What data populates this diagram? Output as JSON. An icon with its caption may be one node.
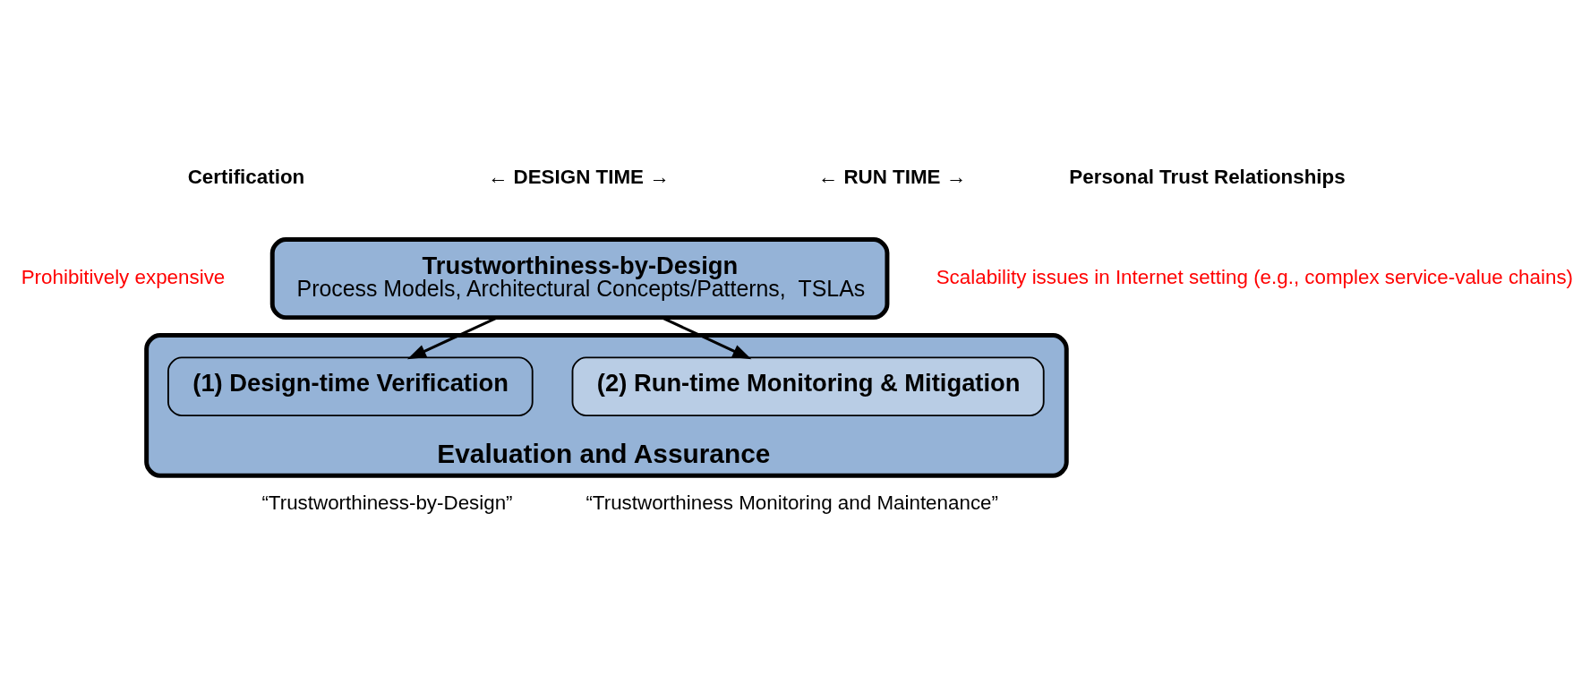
{
  "diagram": {
    "nodes": [
      {
        "text": [
          "Trustworthiness-by-Design",
          "Process Models, Architectural Concepts/Patterns,  TSLAs"
        ]
      },
      {
        "text": [
          "Evaluation and Assurance"
        ]
      },
      {
        "text": [
          "(1) Design-time Verification"
        ],
        "in": 1
      },
      {
        "text": [
          "(2) Run-time Monitoring & Mitigation"
        ],
        "in": 1
      }
    ],
    "edges": [
      {
        "from": 0,
        "to": 2,
        "arrow": "to"
      },
      {
        "from": 0,
        "to": 3,
        "arrow": "to"
      }
    ],
    "labels": [
      "Certification",
      "Prohibitively expensive",
      "← DESIGN TIME →",
      "← RUN TIME →",
      "Personal Trust Relationships",
      "Scalability issues in Internet setting (e.g., complex service-value chains)",
      "“Trustworthiness-by-Design”",
      "“Trustworthiness Monitoring and Maintenance”"
    ]
  }
}
